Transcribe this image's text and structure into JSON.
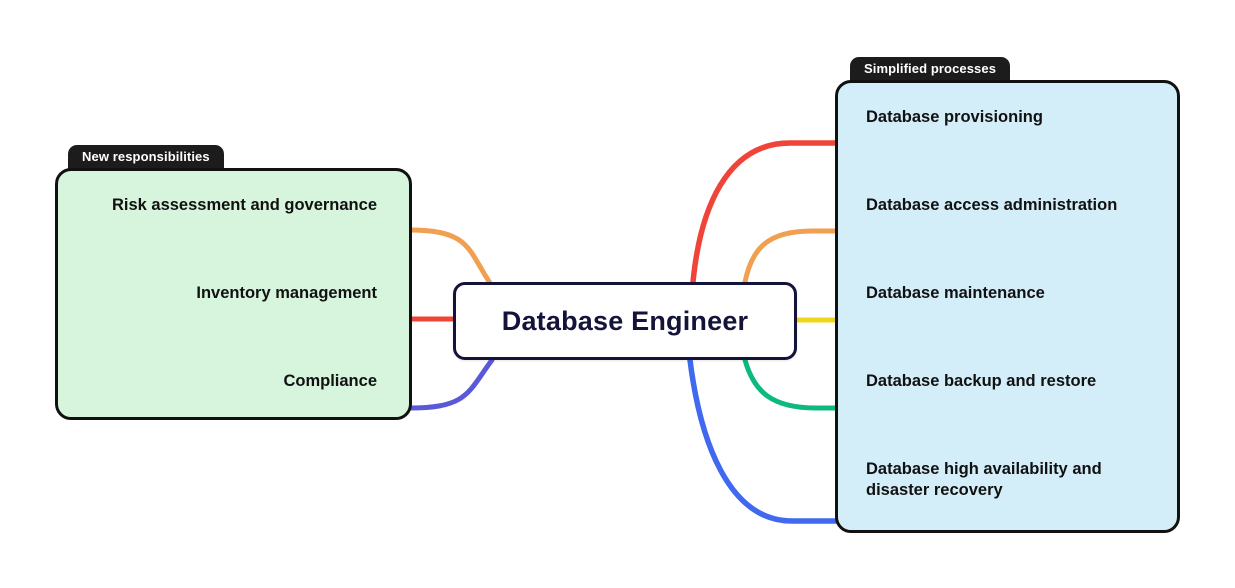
{
  "diagram": {
    "type": "mind-map",
    "center": {
      "label": "Database Engineer",
      "text_color": "#14133A",
      "border_color": "#14133A",
      "fill": "#FFFFFF"
    },
    "groups": [
      {
        "id": "new-responsibilities",
        "tab_label": "New responsibilities",
        "side": "left",
        "fill": "#D7F4DD",
        "tab_fill": "#1C1C1C",
        "items": [
          {
            "label": "Risk assessment and governance",
            "color": "#F0A050"
          },
          {
            "label": "Inventory management",
            "color": "#F04438"
          },
          {
            "label": "Compliance",
            "color": "#5A5AD8"
          }
        ]
      },
      {
        "id": "simplified-processes",
        "tab_label": "Simplified processes",
        "side": "right",
        "fill": "#D4EEF9",
        "tab_fill": "#1C1C1C",
        "items": [
          {
            "label": "Database provisioning",
            "color": "#F04438"
          },
          {
            "label": "Database access administration",
            "color": "#F0A050"
          },
          {
            "label": "Database maintenance",
            "color": "#EFD81A"
          },
          {
            "label": "Database backup and restore",
            "color": "#0EB97E"
          },
          {
            "label": "Database high availability and\ndisaster recovery",
            "color": "#4169F0"
          }
        ]
      }
    ],
    "palette": {
      "orange": "#F0A050",
      "red": "#F04438",
      "purple": "#5A5AD8",
      "yellow": "#EFD81A",
      "green": "#0EB97E",
      "blue": "#4169F0",
      "ink": "#111111",
      "navy": "#14133A",
      "background": "#FFFFFF"
    }
  }
}
